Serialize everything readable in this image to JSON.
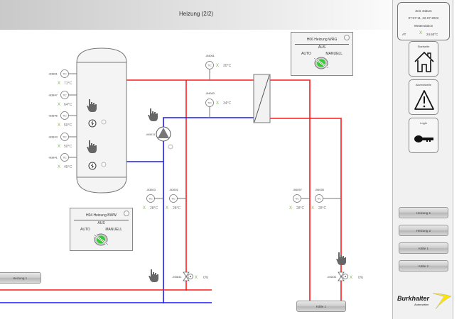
{
  "header": {
    "title": "Heizung (2/2)"
  },
  "sidebar": {
    "info": {
      "line1": "Zeit, Datum",
      "line2": "07:37:11, 22-07-2022",
      "line3": "Wetterstation",
      "at_label": "AT",
      "status": "X",
      "at_value": "24.60°C"
    },
    "nav": [
      {
        "label": "Startseite",
        "icon": "home-icon"
      },
      {
        "label": "Alarmtabelle",
        "icon": "warning-icon"
      },
      {
        "label": "Login",
        "icon": "key-icon"
      }
    ],
    "buttons": [
      "Heizung 1",
      "Heizung 2",
      "Kälte 1",
      "Kälte 2"
    ],
    "logo": {
      "brand": "Burkhalter",
      "sub": "Automation"
    }
  },
  "tank_sensors": [
    {
      "id": "-B3861",
      "unit": "TIC",
      "status": "X",
      "value": "71°C"
    },
    {
      "id": "-B3847",
      "unit": "TIC",
      "status": "X",
      "value": "64°C"
    },
    {
      "id": "-B3846",
      "unit": "TIC",
      "status": "X",
      "value": "50°C"
    },
    {
      "id": "-B3843",
      "unit": "TIC",
      "status": "X",
      "value": "50°C"
    },
    {
      "id": "-B3841",
      "unit": "TIC",
      "status": "X",
      "value": "45°C"
    }
  ],
  "pipe_sensors": [
    {
      "id": "-B4061",
      "unit": "TIC",
      "status": "X",
      "value": "30°C"
    },
    {
      "id": "-B4063",
      "unit": "TIC",
      "status": "X",
      "value": "34°C"
    },
    {
      "id": "-B3603",
      "unit": "TIC",
      "status": "X",
      "value": "28°C"
    },
    {
      "id": "-B3601",
      "unit": "TIC",
      "status": "X",
      "value": "28°C"
    },
    {
      "id": "-B4057",
      "unit": "TIC",
      "status": "X",
      "value": "28°C"
    },
    {
      "id": "-B4055",
      "unit": "TIC",
      "status": "X",
      "value": "28°C"
    }
  ],
  "pump": {
    "id": "-M4011"
  },
  "valves": [
    {
      "id": "-M3631",
      "status": "X",
      "value": "0%"
    },
    {
      "id": "-M4031",
      "status": "X",
      "value": "0%"
    }
  ],
  "panels": [
    {
      "title": "H06 Heizung WRG",
      "state": "AUS",
      "left": "AUTO",
      "right": "MANUELL"
    },
    {
      "title": "H04 Heizung BWW",
      "state": "AUS",
      "left": "AUTO",
      "right": "MANUELL"
    }
  ],
  "links": {
    "heizung1": "Heizung 1",
    "kaelte1": "Kälte 1"
  },
  "colors": {
    "hot": "#ff1a1a",
    "cold": "#1a1aff",
    "ok": "#7cb342",
    "switch": "#33cc33"
  }
}
